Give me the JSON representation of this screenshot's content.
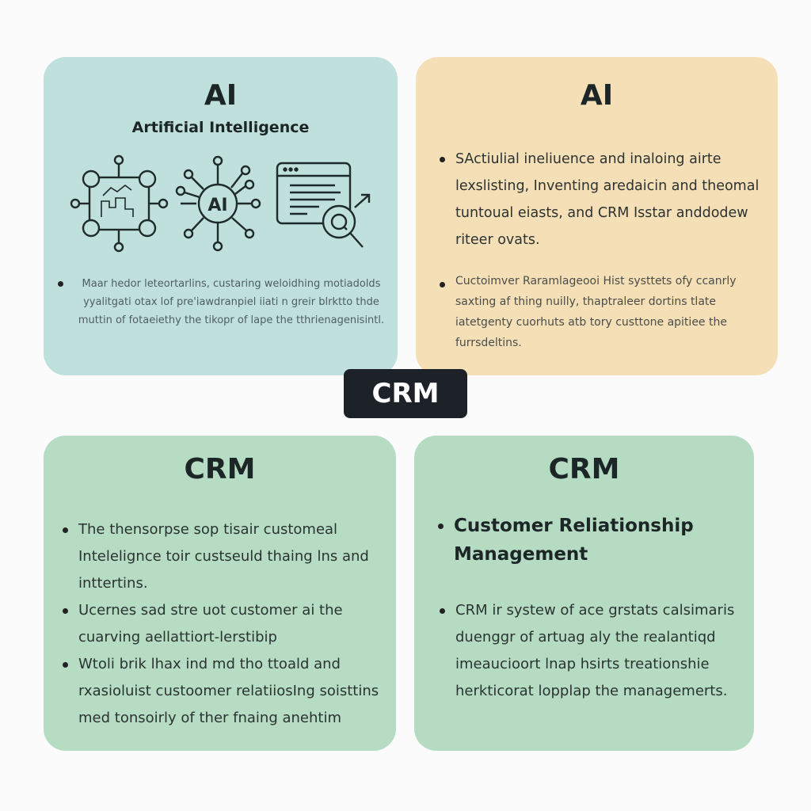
{
  "colors": {
    "background": "#fafbfa",
    "card_ai_left": "#bfe0dc",
    "card_ai_right": "#f5dfb6",
    "card_crm_left": "#b6dcc4",
    "card_crm_right": "#b5dcc3",
    "badge_bg": "#1c2228",
    "badge_text": "#ffffff",
    "text_dark": "#1d2626"
  },
  "center_badge": {
    "label": "CRM"
  },
  "cards": {
    "top_left": {
      "title": "AI",
      "subtitle": "Artificial Intelligence",
      "icons": [
        "network-circuit-icon",
        "ai-hub-icon",
        "browser-search-analytics-icon"
      ],
      "ai_icon_label": "AI",
      "bullets": [
        "Maar hedor leteortarlins, custaring weloidhing motiadolds yyalitgati otax lof pre'iawdranpiel iiati n greir blrktto thde muttin of fotaeiethy the tikopr of lape the tthrienagenisintl."
      ]
    },
    "top_right": {
      "title": "AI",
      "bullets": [
        "SActiulial ineliuence and inaloing airte lexslisting, Inventing aredaicin and theomal tuntoual eiasts, and CRM Isstar anddodew riteer ovats.",
        "Cuctoimver Raramlageooi Hist systtets ofy ccanrly saxting af thing nuilly, thaptraleer dortins tlate iatetgenty cuorhuts atb tory custtone apitiee the furrsdeltins."
      ]
    },
    "bottom_left": {
      "title": "CRM",
      "bullets": [
        "The thensorpse sop tisair customeal Intelelignce toir custseuld thaing lns and inttertins.",
        "Ucernes sad stre uot customer ai the cuarving aellattiort-lerstibip",
        "Wtoli brik lhax ind md tho ttoald and rxasioluist custoomer relatiiosIng soisttins med tonsoirly of ther fnaing anehtim"
      ]
    },
    "bottom_right": {
      "title": "CRM",
      "heading_bullet": "Customer Reliationship Management",
      "bullets": [
        "CRM ir systew of ace grstats calsimaris duenggr of artuag aly the realantiqd imeaucioort lnap hsirts treationshie herkticorat lopplap the managemerts."
      ]
    }
  }
}
